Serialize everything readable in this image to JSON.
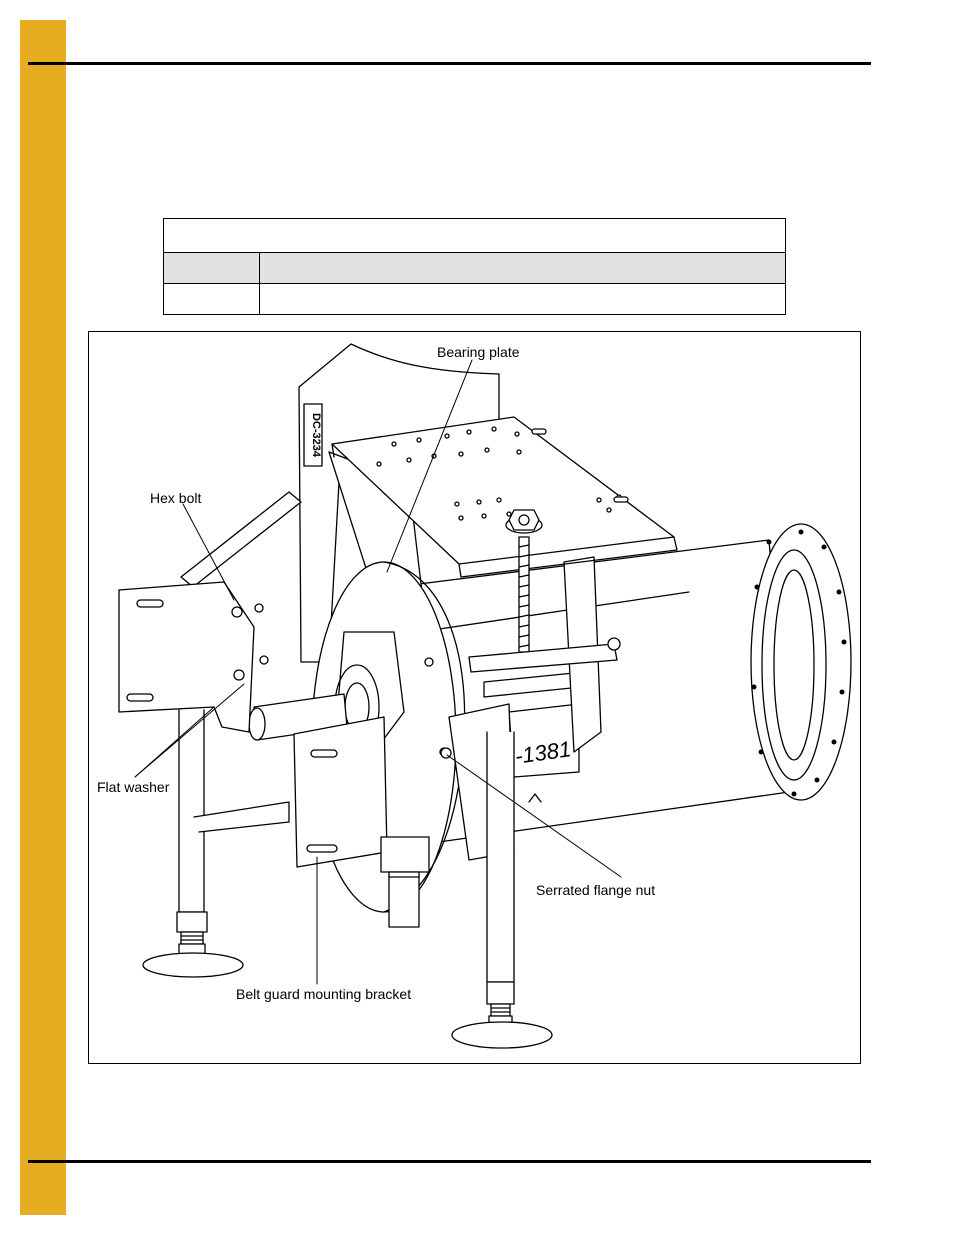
{
  "table": {
    "caption": "",
    "header_ref": "",
    "header_desc": "",
    "row_ref": "",
    "row_desc": ""
  },
  "figure": {
    "callouts": {
      "bearing_plate": "Bearing plate",
      "hex_bolt": "Hex bolt",
      "flat_washer": "Flat washer",
      "serrated_flange_nut": "Serrated flange nut",
      "belt_guard_bracket": "Belt guard mounting bracket"
    },
    "part_markings": {
      "upper": "DC-3234",
      "lower": "-1381"
    }
  },
  "colors": {
    "side_tab": "#e7ac22",
    "table_header": "#e2e2e2"
  }
}
